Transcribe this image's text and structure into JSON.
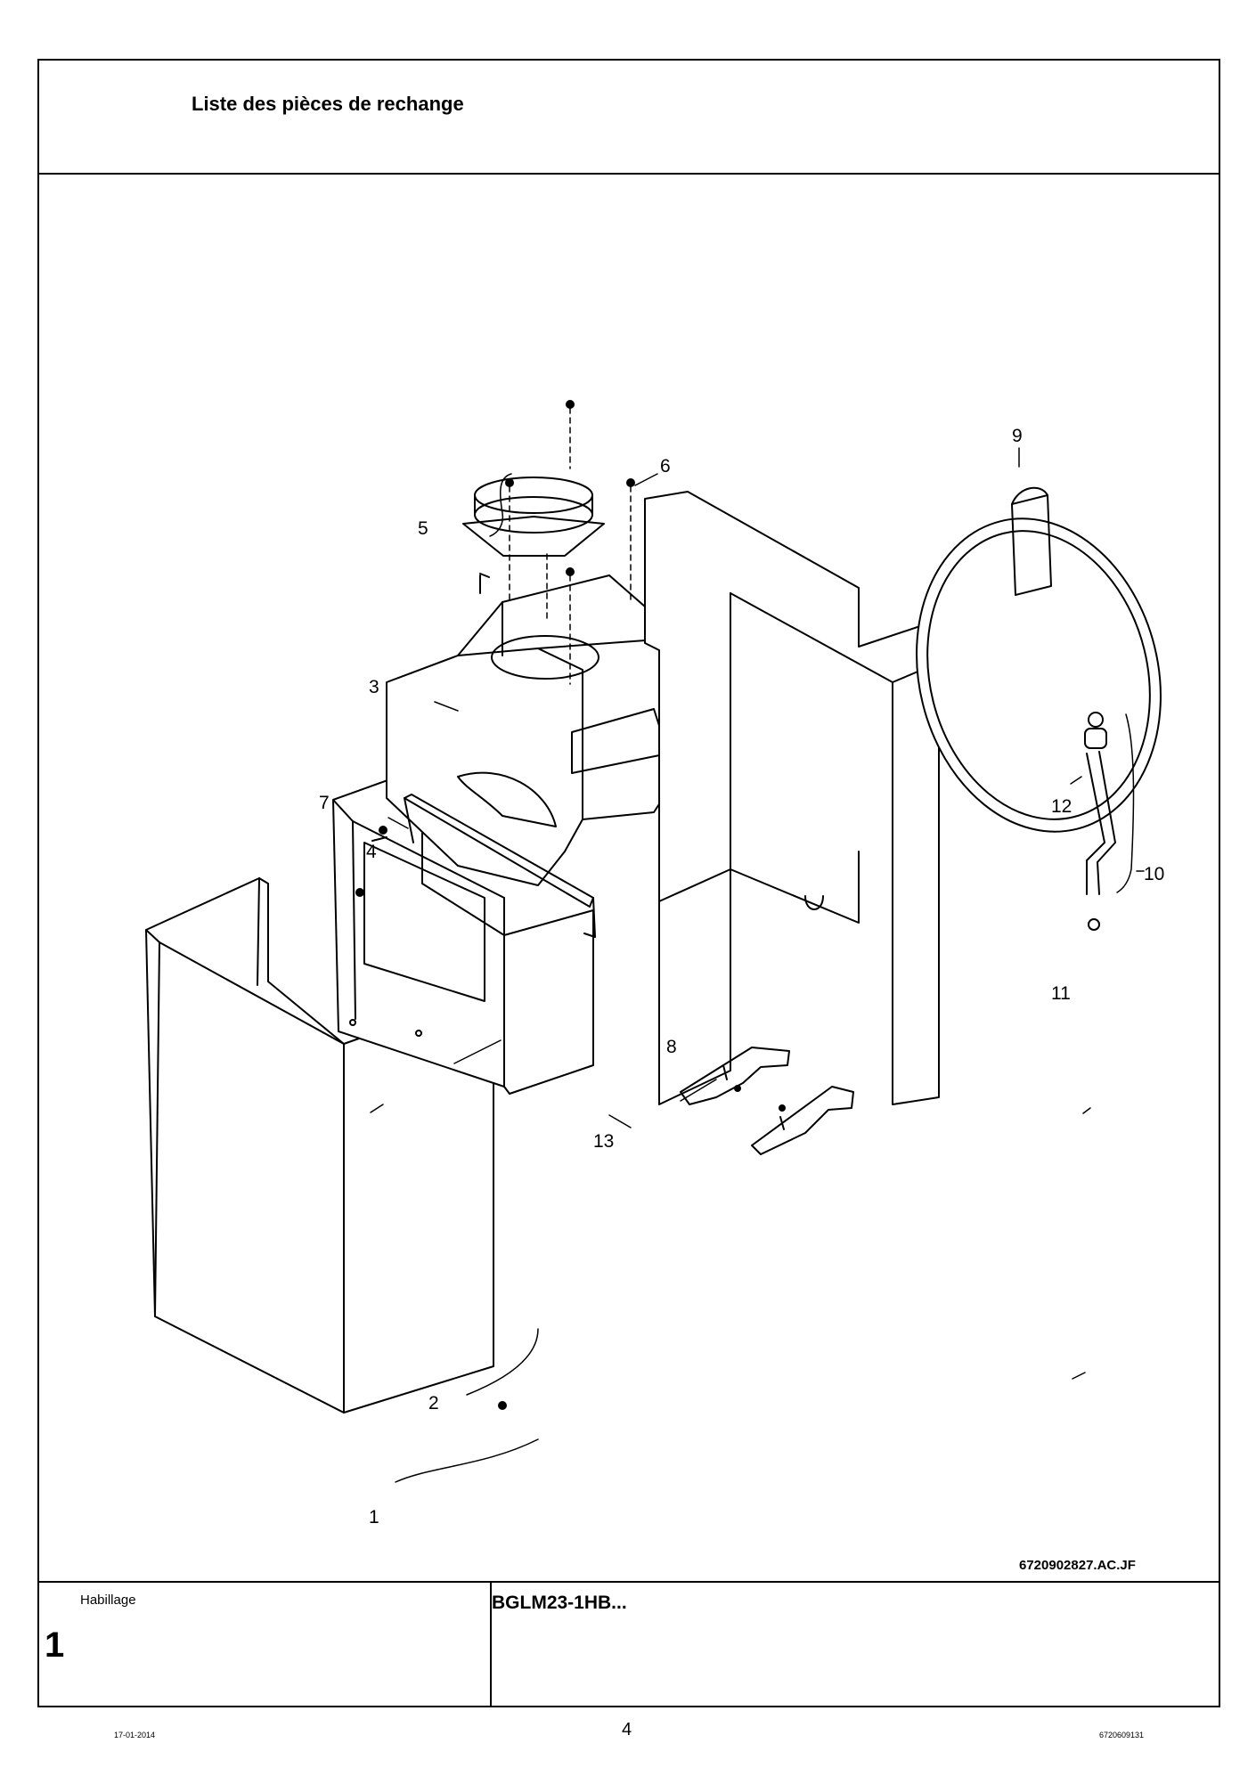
{
  "header": {
    "title": "Liste des pièces de rechange"
  },
  "drawing": {
    "figure_code": "6720902827.AC.JF",
    "callouts": [
      "1",
      "2",
      "3",
      "4",
      "5",
      "6",
      "7",
      "8",
      "9",
      "10",
      "11",
      "12",
      "13"
    ]
  },
  "footer": {
    "group_label": "Habillage",
    "group_number": "1",
    "model": "BGLM23-1HB..."
  },
  "page": {
    "date": "17-01-2014",
    "number": "4",
    "doc_ref": "6720609131"
  }
}
